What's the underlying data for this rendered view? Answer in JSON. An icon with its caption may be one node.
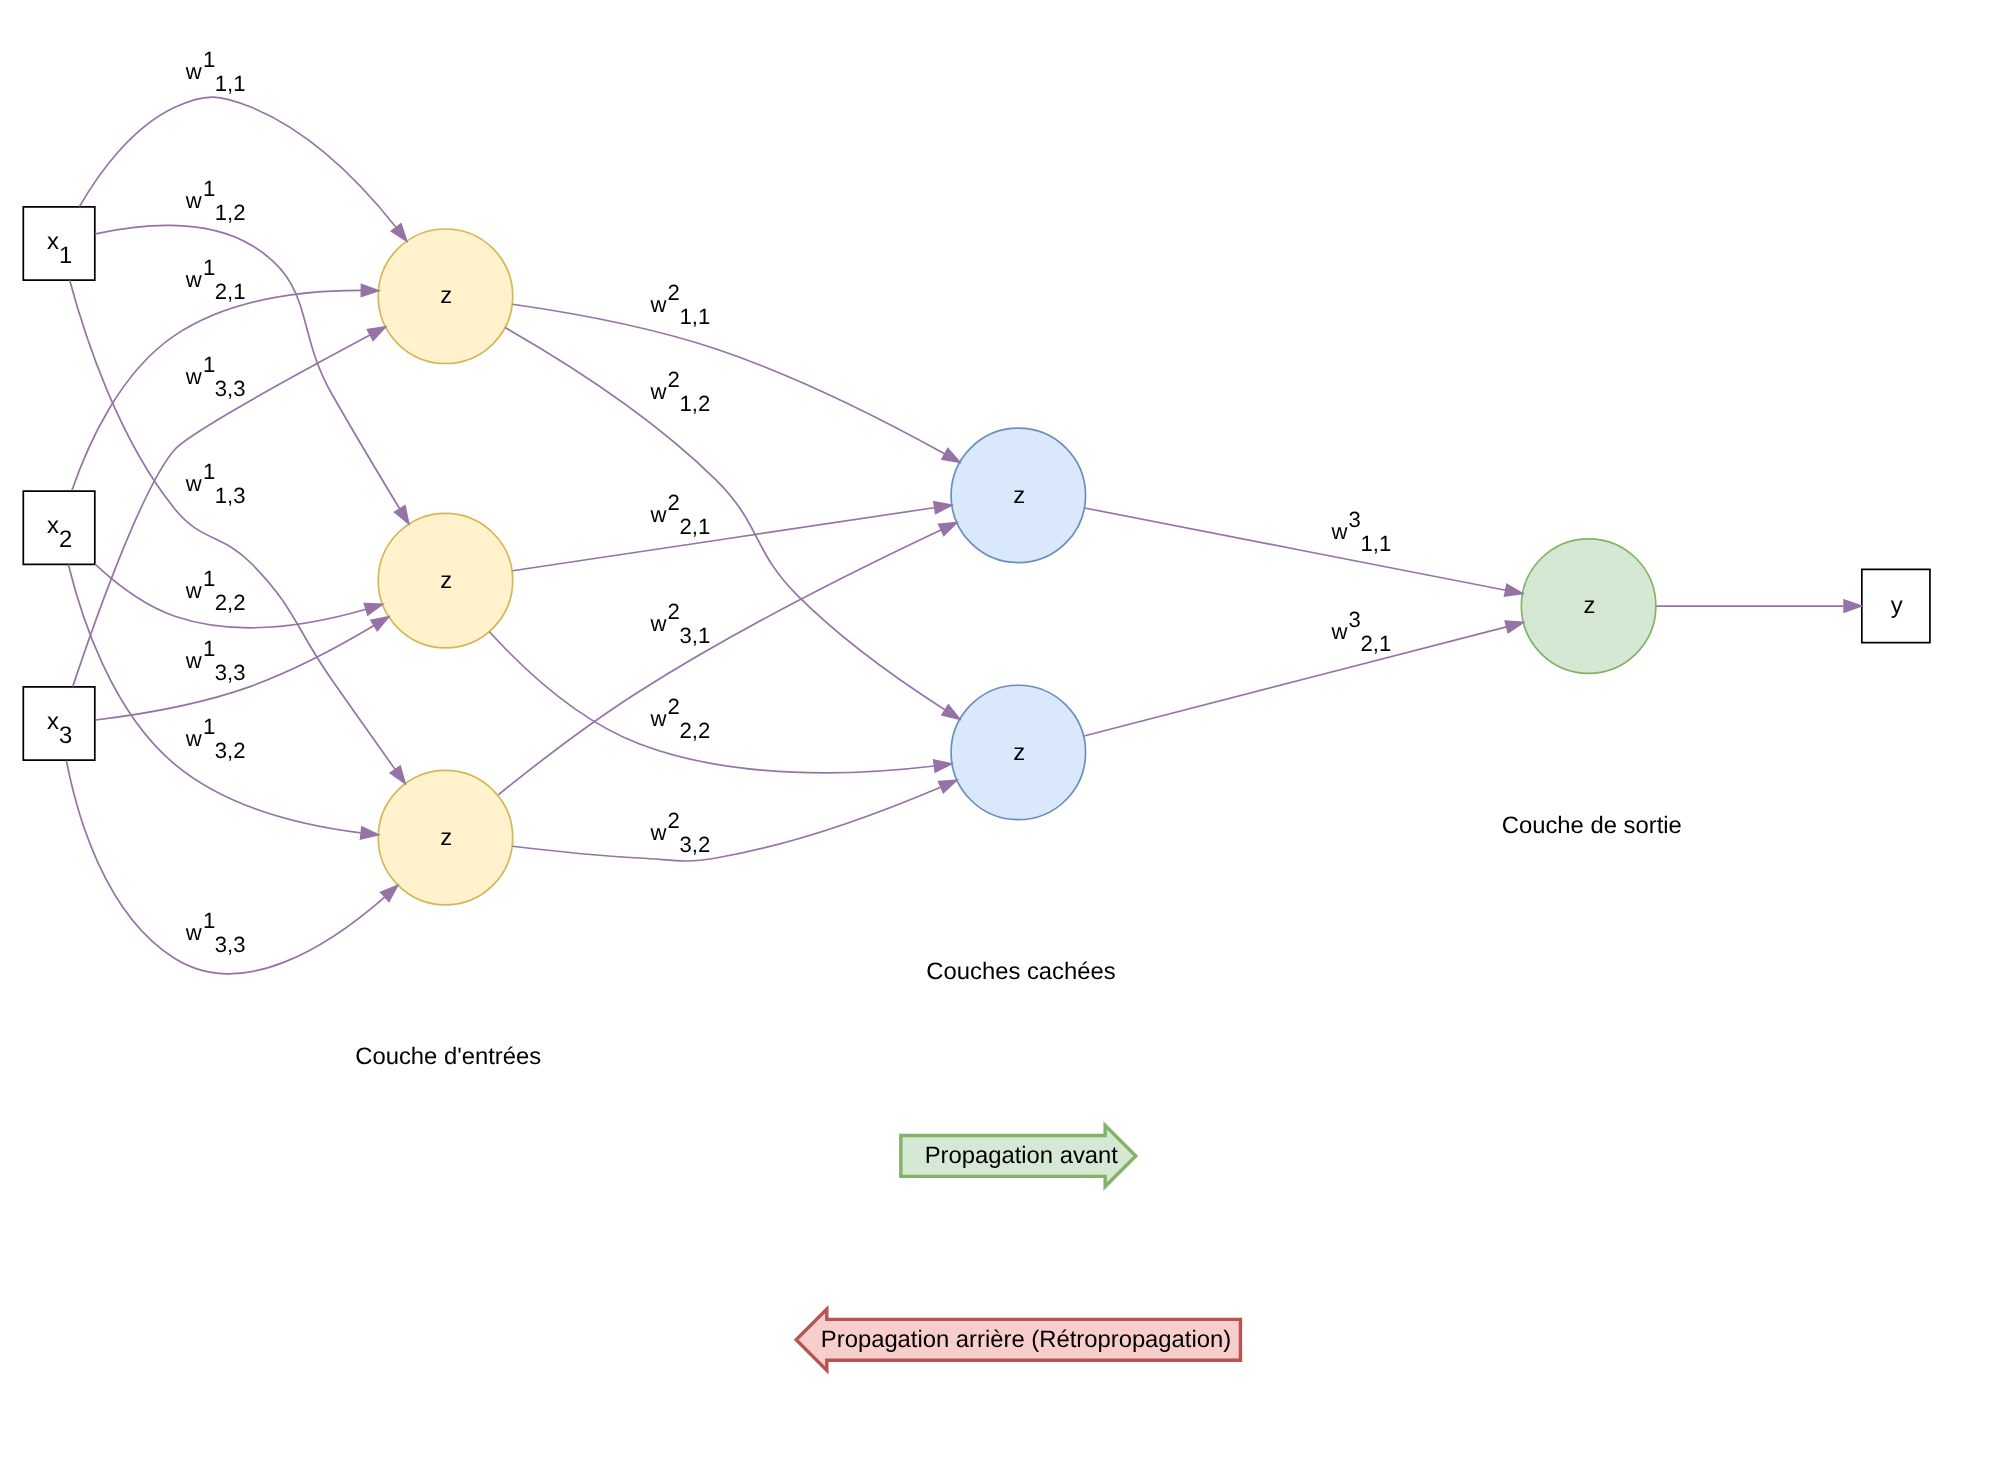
{
  "diagram": {
    "nodes": [
      {
        "text": [
          "x$_{1}$"
        ]
      },
      {
        "text": [
          "x$_{2}$"
        ]
      },
      {
        "text": [
          "x$_{3}$"
        ]
      },
      {
        "text": [
          "z"
        ]
      },
      {
        "text": [
          "z"
        ]
      },
      {
        "text": [
          "z"
        ]
      },
      {
        "text": [
          "z"
        ]
      },
      {
        "text": [
          "z"
        ]
      },
      {
        "text": [
          "z"
        ]
      },
      {
        "text": [
          "y"
        ]
      }
    ],
    "edges": [
      {
        "from": 0,
        "to": 3,
        "arrow": "to",
        "label": "w$^{1}$$_{1,1}$"
      },
      {
        "from": 0,
        "to": 4,
        "arrow": "to",
        "label": "w$^{1}$$_{1,2}$"
      },
      {
        "from": 0,
        "to": 5,
        "arrow": "to",
        "label": "w$^{1}$$_{1,3}$"
      },
      {
        "from": 1,
        "to": 3,
        "arrow": "to",
        "label": "w$^{1}$$_{2,1}$"
      },
      {
        "from": 1,
        "to": 4,
        "arrow": "to",
        "label": "w$^{1}$$_{2,2}$"
      },
      {
        "from": 1,
        "to": 5,
        "arrow": "to",
        "label": "w$^{1}$$_{3,2}$"
      },
      {
        "from": 2,
        "to": 3,
        "arrow": "to",
        "label": "w$^{1}$$_{3,3}$"
      },
      {
        "from": 2,
        "to": 4,
        "arrow": "to",
        "label": "w$^{1}$$_{3,3}$"
      },
      {
        "from": 2,
        "to": 5,
        "arrow": "to",
        "label": "w$^{1}$$_{3,3}$"
      },
      {
        "from": 3,
        "to": 6,
        "arrow": "to",
        "label": "w$^{2}$$_{1,1}$"
      },
      {
        "from": 3,
        "to": 7,
        "arrow": "to",
        "label": "w$^{2}$$_{1,2}$"
      },
      {
        "from": 4,
        "to": 6,
        "arrow": "to",
        "label": "w$^{2}$$_{2,1}$"
      },
      {
        "from": 4,
        "to": 7,
        "arrow": "to",
        "label": "w$^{2}$$_{2,2}$"
      },
      {
        "from": 5,
        "to": 6,
        "arrow": "to",
        "label": "w$^{2}$$_{3,1}$"
      },
      {
        "from": 5,
        "to": 7,
        "arrow": "to",
        "label": "w$^{2}$$_{3,2}$"
      },
      {
        "from": 6,
        "to": 8,
        "arrow": "to",
        "label": "w$^{3}$$_{1,1}$"
      },
      {
        "from": 7,
        "to": 8,
        "arrow": "to",
        "label": "w$^{3}$$_{2,1}$"
      },
      {
        "from": 8,
        "to": 9,
        "arrow": "to"
      }
    ],
    "labels": [
      "Couche d'entrées",
      "Couches cachées",
      "Couche de sortie",
      "Propagation avant",
      "Propagation arrière (Rétropropagation)"
    ]
  }
}
